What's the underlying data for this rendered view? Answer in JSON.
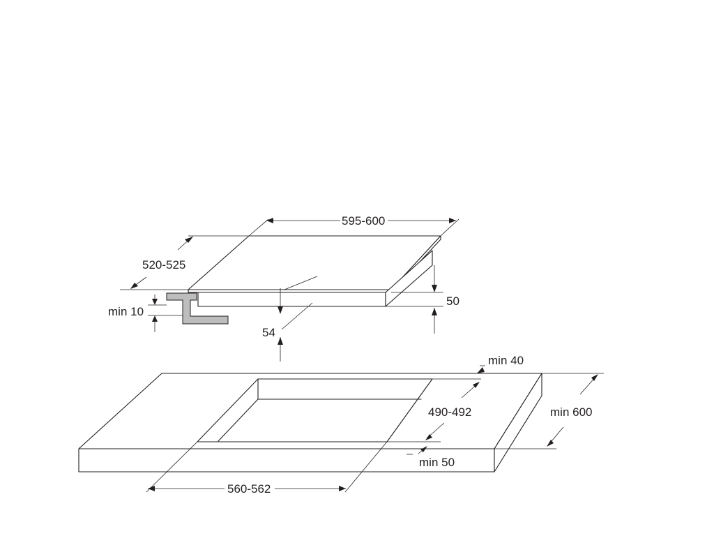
{
  "labels": {
    "hob_width": "595-600",
    "hob_depth": "520-525",
    "hob_height": "50",
    "cutout_clearance": "54",
    "min_wall_gap": "min 10",
    "min_back_gap": "min 40",
    "cutout_depth": "490-492",
    "worktop_depth": "min 600",
    "min_front_gap": "min 50",
    "cutout_width": "560-562"
  }
}
